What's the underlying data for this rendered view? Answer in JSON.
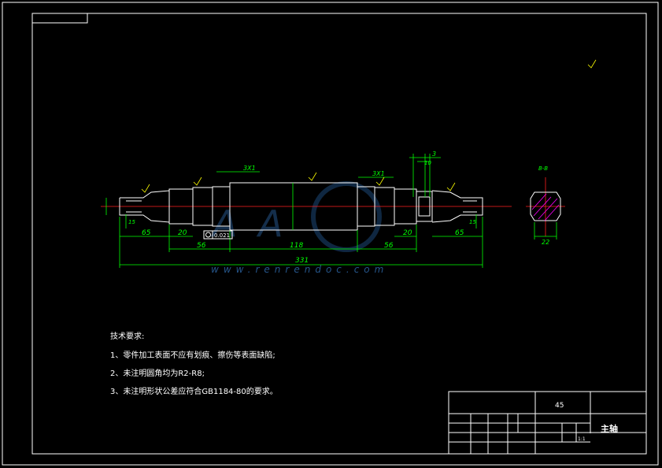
{
  "title_block": {
    "part_name": "主轴",
    "scale_label": "45",
    "sheet_label": "1:1"
  },
  "notes": {
    "heading": "技术要求:",
    "items": [
      "1、零件加工表面不应有划痕、擦伤等表面缺陷;",
      "2、未注明圆角均为R2-R8;",
      "3、未注明形状公差应符合GB1184-80的要求。"
    ]
  },
  "dimensions": {
    "overall_length": "331",
    "left_end": "65",
    "left_step": "20",
    "left_mid": "56",
    "center": "118",
    "right_mid": "56",
    "right_step": "20",
    "right_end": "65",
    "chamfer_left": "3X1",
    "chamfer_right": "3X1",
    "keyway_width": "3",
    "keyway_offset": "10",
    "small_left": "15",
    "small_right": "15",
    "section_width": "22",
    "tolerance_frame": "0.021"
  },
  "section": {
    "label": "B-B"
  },
  "watermark": {
    "url": "www.renrendoc.com"
  }
}
